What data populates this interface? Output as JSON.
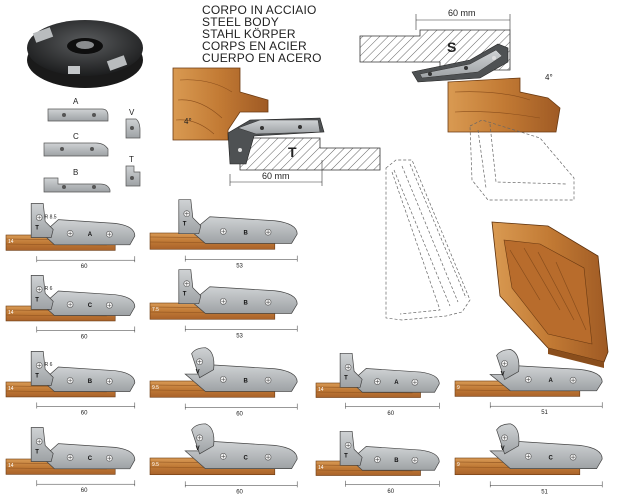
{
  "title_lines": [
    "CORPO IN ACCIAIO",
    "STEEL BODY",
    "STAHL KÖRPER",
    "CORPS EN ACIER",
    "CUERPO EN ACERO"
  ],
  "dimensions": {
    "top_s": "60 mm",
    "top_t": "60 mm",
    "angle": "4°"
  },
  "body_labels": {
    "s": "S",
    "t": "T"
  },
  "knife_labels": {
    "a": "A",
    "c": "C",
    "b": "B",
    "v": "V",
    "t": "T"
  },
  "profiles": [
    {
      "dim": "60",
      "radius": "R 8.5",
      "knives": [
        "T",
        "A"
      ],
      "tag": "14"
    },
    {
      "dim": "53",
      "knives": [
        "T",
        "B"
      ]
    },
    {
      "dim": "60",
      "radius": "R 6",
      "knives": [
        "T",
        "C"
      ],
      "tag": "14"
    },
    {
      "dim": "53",
      "knives": [
        "T",
        "B"
      ],
      "tag": "7.5"
    },
    {
      "dim": "60",
      "radius": "R 6",
      "knives": [
        "T",
        "B"
      ],
      "tag": "14"
    },
    {
      "dim": "60",
      "knives": [
        "V",
        "B"
      ],
      "tag": "9.5"
    },
    {
      "dim": "60",
      "knives": [
        "T",
        "A"
      ],
      "tag": "14"
    },
    {
      "dim": "51",
      "knives": [
        "V",
        "A"
      ],
      "tag": "9"
    },
    {
      "dim": "60",
      "knives": [
        "T",
        "C"
      ],
      "tag": "14"
    },
    {
      "dim": "60",
      "knives": [
        "V",
        "C"
      ],
      "tag": "9.5"
    },
    {
      "dim": "60",
      "knives": [
        "T",
        "B"
      ],
      "tag": "14"
    },
    {
      "dim": "51",
      "knives": [
        "V",
        "C"
      ],
      "tag": "9"
    }
  ],
  "colors": {
    "wood": "#c8843e",
    "wood_dark": "#8a4e1c",
    "steel": "#b5b8bb",
    "steel_dark": "#4a4c4e",
    "hatch": "#555555"
  }
}
